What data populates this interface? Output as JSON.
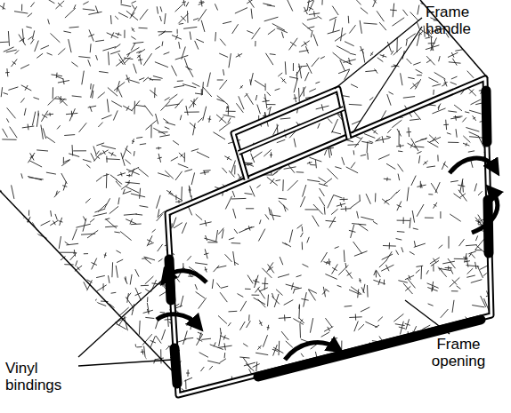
{
  "diagram": {
    "labels": [
      "Frame handle",
      "Vinyl bindings",
      "Frame opening"
    ]
  }
}
